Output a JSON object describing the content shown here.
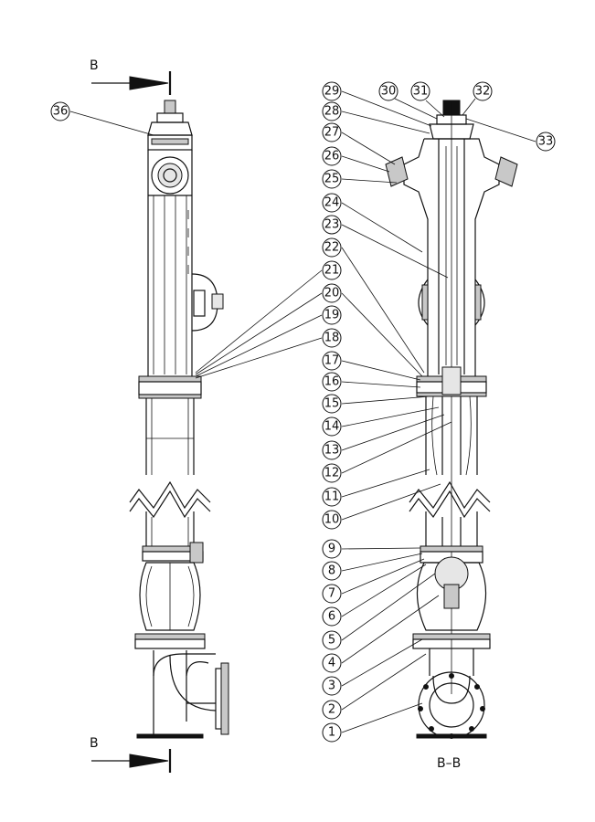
{
  "section_marks": {
    "top": "B",
    "bottom": "B"
  },
  "view_label": "B–B",
  "callouts_right": [
    "29",
    "30",
    "31",
    "32",
    "28",
    "33",
    "27",
    "26",
    "25",
    "24",
    "23",
    "22",
    "21",
    "20",
    "19",
    "18",
    "17",
    "16",
    "15",
    "14",
    "13",
    "12",
    "11",
    "10",
    "9",
    "8",
    "7",
    "6",
    "5",
    "4",
    "3",
    "2",
    "1"
  ],
  "callout_left": "36"
}
